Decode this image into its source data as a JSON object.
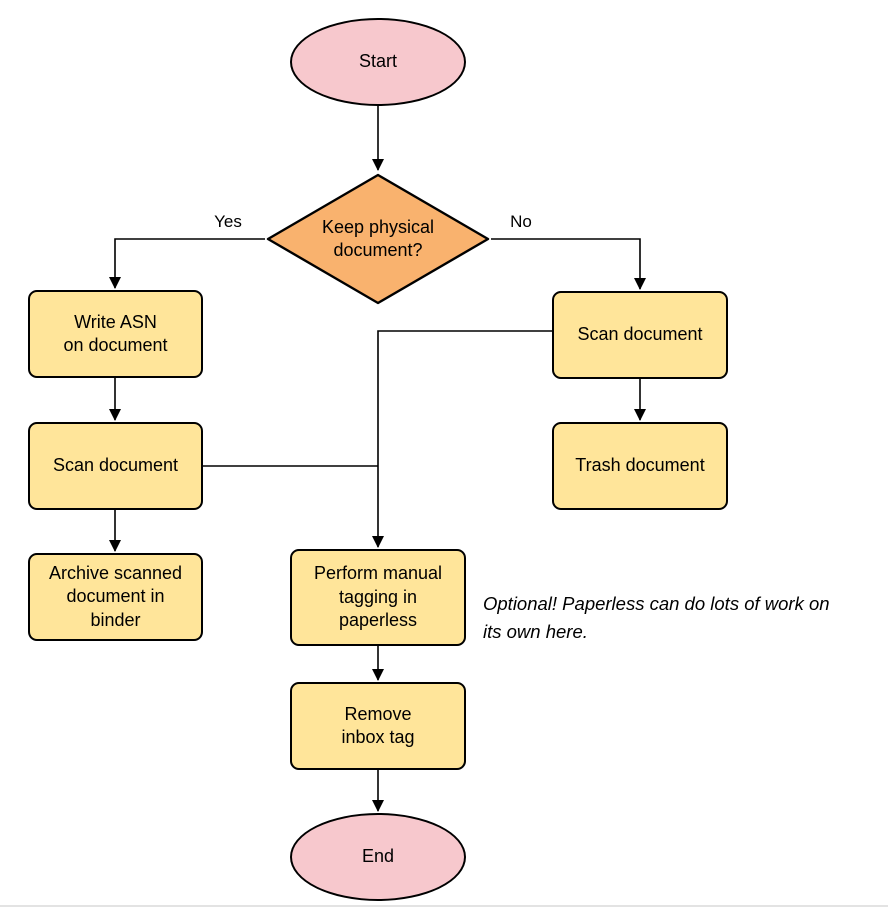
{
  "colors": {
    "terminal_fill": "#f7c8cd",
    "decision_fill": "#f9b26e",
    "process_fill": "#ffe59a",
    "stroke": "#000000"
  },
  "nodes": {
    "start": {
      "label": "Start"
    },
    "decision": {
      "label": "Keep physical\ndocument?"
    },
    "write_asn": {
      "label": "Write ASN\non document"
    },
    "scan_left": {
      "label": "Scan document"
    },
    "archive": {
      "label": "Archive scanned\ndocument in\nbinder"
    },
    "scan_right": {
      "label": "Scan document"
    },
    "trash": {
      "label": "Trash document"
    },
    "tagging": {
      "label": "Perform manual\ntagging in\npaperless"
    },
    "remove_inbox": {
      "label": "Remove\ninbox tag"
    },
    "end": {
      "label": "End"
    }
  },
  "edge_labels": {
    "yes": "Yes",
    "no": "No"
  },
  "annotation": "Optional! Paperless can do lots of work on\nits own here."
}
